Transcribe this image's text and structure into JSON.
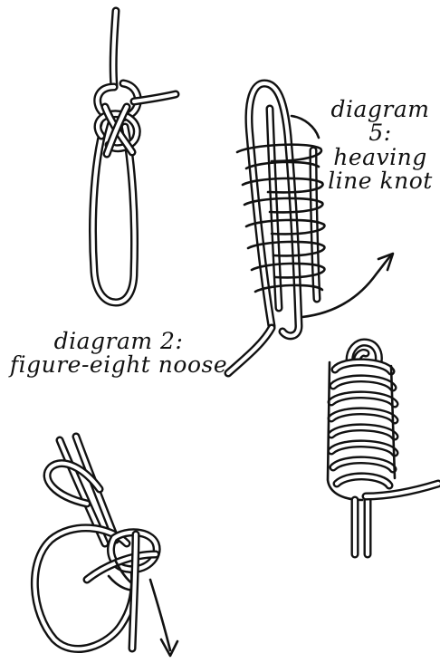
{
  "captions": {
    "diagram5": {
      "line1": "diagram 5:",
      "line2": "heaving",
      "line3": "line knot"
    },
    "diagram2": {
      "line1": "diagram 2:",
      "line2": "figure-eight noose"
    }
  },
  "colors": {
    "ink": "#111111",
    "paper": "#ffffff"
  }
}
